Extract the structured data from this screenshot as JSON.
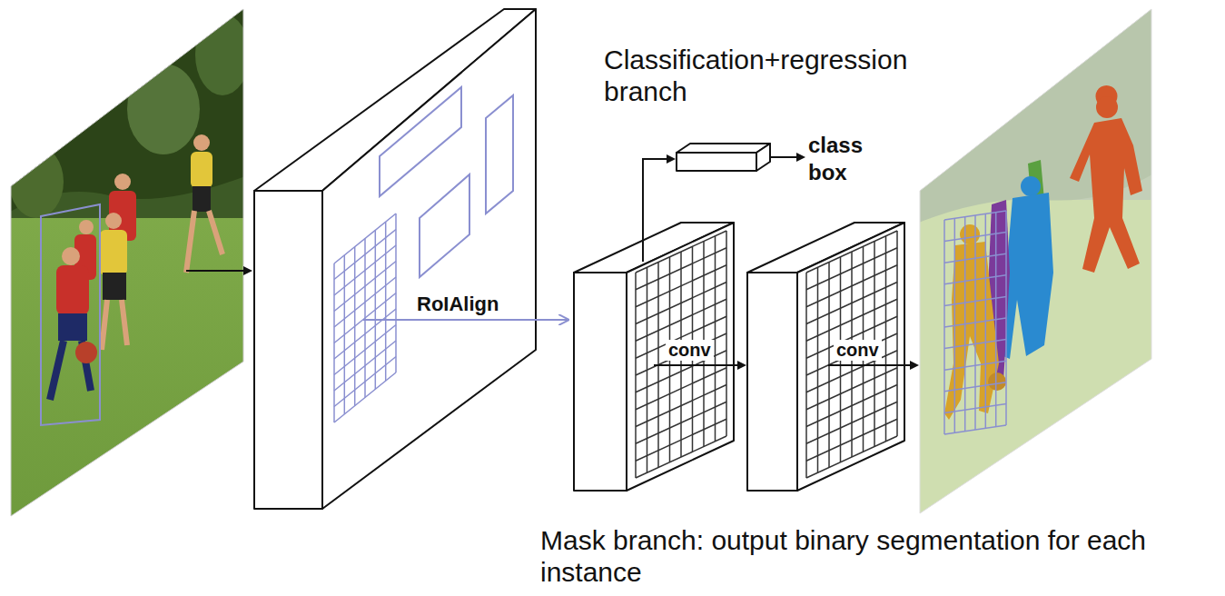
{
  "diagram": {
    "labels": [
      "Classification+regression branch",
      "class",
      "box",
      "RoIAlign",
      "conv",
      "conv",
      "Mask branch: output binary segmentation for each instance"
    ]
  }
}
